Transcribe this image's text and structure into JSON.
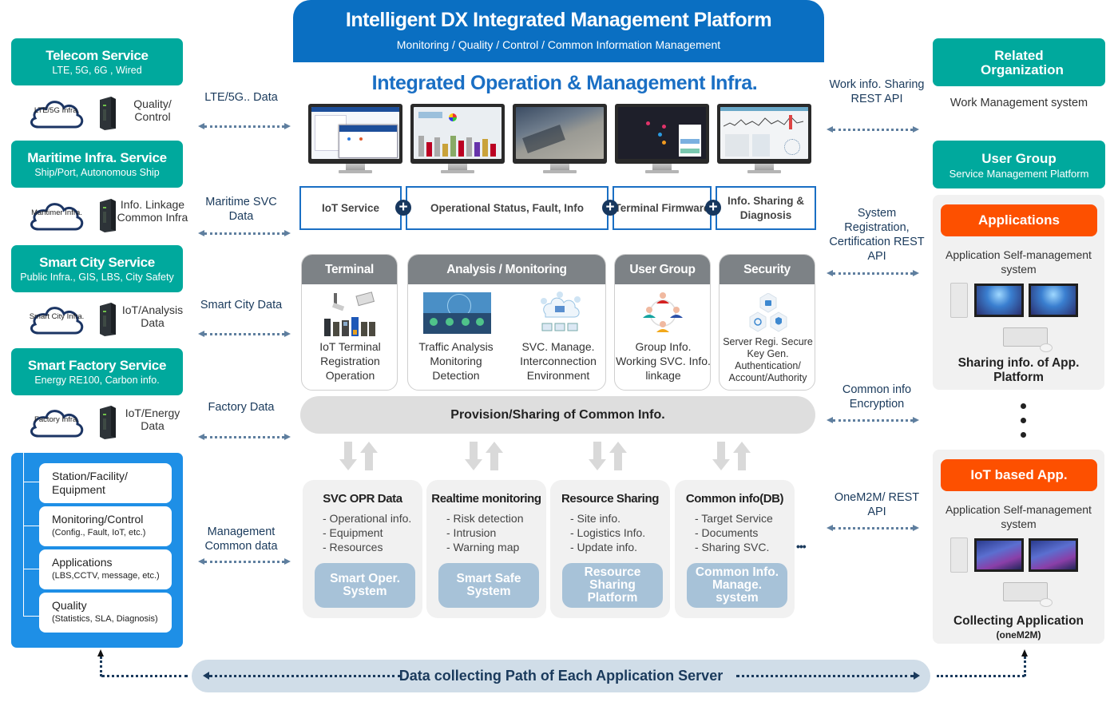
{
  "header": {
    "title": "Intelligent DX Integrated Management Platform",
    "subtitle": "Monitoring / Quality / Control / Common Information Management"
  },
  "infra_title": "Integrated Operation & Management Infra.",
  "monitors": [
    {
      "icon": "dashboard-screen"
    },
    {
      "icon": "status-board-screen"
    },
    {
      "icon": "cctv-screen"
    },
    {
      "icon": "dark-dashboard-screen"
    },
    {
      "icon": "chart-analytics-screen"
    }
  ],
  "left_services": [
    {
      "title": "Telecom Service",
      "subtitle": "LTE, 5G, 6G , Wired",
      "cloud": "LTE/5G Infra.",
      "server_label": "Quality/ Control",
      "flow_label": "LTE/5G.. Data"
    },
    {
      "title": "Maritime Infra. Service",
      "subtitle": "Ship/Port, Autonomous Ship",
      "cloud": "Maritimer Infra.",
      "server_label": "Info. Linkage Common Infra",
      "flow_label": "Maritime SVC Data"
    },
    {
      "title": "Smart City Service",
      "subtitle": "Public Infra., GIS, LBS, City Safety",
      "cloud": "Smart City Infra.",
      "server_label": "IoT/Analysis Data",
      "flow_label": "Smart City Data"
    },
    {
      "title": "Smart Factory Service",
      "subtitle": "Energy RE100, Carbon info.",
      "cloud": "Factory Infra.",
      "server_label": "IoT/Energy Data",
      "flow_label": "Factory Data"
    }
  ],
  "management": {
    "flow_label": "Management Common data",
    "items": [
      {
        "title": "Station/Facility/ Equipment",
        "detail": ""
      },
      {
        "title": "Monitoring/Control",
        "detail": "(Config., Fault, IoT, etc.)"
      },
      {
        "title": "Applications",
        "detail": "(LBS,CCTV, message, etc.)"
      },
      {
        "title": "Quality",
        "detail": "(Statistics, SLA, Diagnosis)"
      }
    ]
  },
  "functions": [
    "IoT Service",
    "Operational Status, Fault, Info",
    "Terminal Firmware",
    "Info. Sharing & Diagnosis"
  ],
  "categories": [
    {
      "title": "Terminal",
      "captions": [
        "IoT Terminal Registration Operation"
      ]
    },
    {
      "title": "Analysis / Monitoring",
      "captions": [
        "Traffic Analysis Monitoring Detection",
        "SVC. Manage. Interconnection Environment"
      ]
    },
    {
      "title": "User Group",
      "captions": [
        "Group Info. Working SVC. Info. linkage"
      ]
    },
    {
      "title": "Security",
      "captions": [
        "Server Regi. Secure Key Gen. Authentication/ Account/Authority"
      ]
    }
  ],
  "provision": "Provision/Sharing of Common Info.",
  "data_boxes": [
    {
      "title": "SVC OPR Data",
      "items": [
        "- Operational info.",
        "- Equipment",
        "- Resources"
      ],
      "system": "Smart Oper. System"
    },
    {
      "title": "Realtime monitoring",
      "items": [
        "- Risk detection",
        "- Intrusion",
        "- Warning map"
      ],
      "system": "Smart Safe System"
    },
    {
      "title": "Resource Sharing",
      "items": [
        "- Site info.",
        "- Logistics Info.",
        "- Update info."
      ],
      "system": "Resource Sharing Platform"
    },
    {
      "title": "Common info(DB)",
      "items": [
        "- Target Service",
        "- Documents",
        "- Sharing SVC."
      ],
      "system": "Common Info. Manage. system"
    }
  ],
  "more_indicator": "•••",
  "right_flows": [
    "Work info. Sharing REST API",
    "System Registration, Certification REST API",
    "Common info Encryption",
    "OneM2M/ REST API"
  ],
  "right": {
    "related_org": {
      "title": "Related Organization",
      "detail": "Work Management system"
    },
    "user_group": {
      "title": "User Group",
      "subtitle": "Service Management Platform"
    },
    "applications": {
      "badge": "Applications",
      "sub": "Application Self-management system",
      "caption": "Sharing info. of App. Platform"
    },
    "iot_app": {
      "badge": "IoT based App.",
      "sub": "Application Self-management system",
      "caption": "Collecting Application",
      "caption_sub": "(oneM2M)"
    }
  },
  "path_label": "Data collecting Path of Each Application Server",
  "colors": {
    "teal": "#00a99d",
    "header_blue": "#0a6fc2",
    "mgmt_blue": "#1e8fe6",
    "orange": "#fd5000",
    "navy": "#17375e",
    "card_header_gray": "#7d8286",
    "system_pill": "#a7c2d8"
  }
}
